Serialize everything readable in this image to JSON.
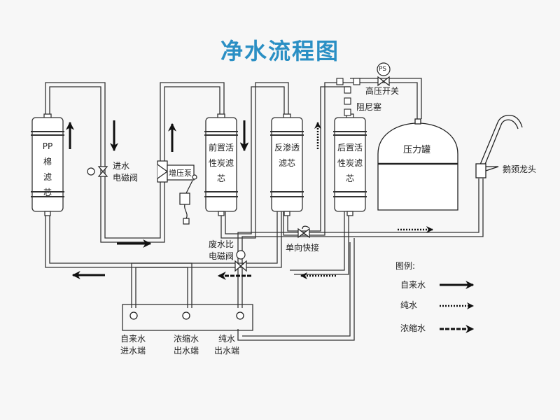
{
  "title": "净水流程图",
  "filters": [
    {
      "id": "pp",
      "label_lines": [
        "PP",
        "棉",
        "滤",
        "芯"
      ]
    },
    {
      "id": "pre-carbon",
      "label_lines": [
        "前置活",
        "性炭滤",
        "芯"
      ]
    },
    {
      "id": "ro",
      "label_lines": [
        "反渗透",
        "滤芯"
      ]
    },
    {
      "id": "post-carbon",
      "label_lines": [
        "后置活",
        "性炭滤",
        "芯"
      ]
    }
  ],
  "components": {
    "inlet_valve": [
      "进水",
      "电磁阀"
    ],
    "booster_pump": "增压泵",
    "waste_ratio_valve": [
      "废水比",
      "电磁阀"
    ],
    "check_valve": "单向快接",
    "high_pressure_switch": "高压开关",
    "pressure_switch_badge": "PS",
    "flow_restrictor": "阻尼塞",
    "pressure_tank": "压力罐",
    "gooseneck_faucet": "鹅颈龙头"
  },
  "ports": [
    {
      "label_lines": [
        "自来水",
        "进水端"
      ]
    },
    {
      "label_lines": [
        "浓缩水",
        "出水端"
      ]
    },
    {
      "label_lines": [
        "纯水",
        "出水端"
      ]
    }
  ],
  "legend": {
    "title": "图例:",
    "items": [
      {
        "label": "自来水",
        "style": "solid"
      },
      {
        "label": "纯水",
        "style": "dotted"
      },
      {
        "label": "浓缩水",
        "style": "dashed"
      }
    ]
  },
  "colors": {
    "title": "#2a8fc4",
    "line": "#222222"
  }
}
